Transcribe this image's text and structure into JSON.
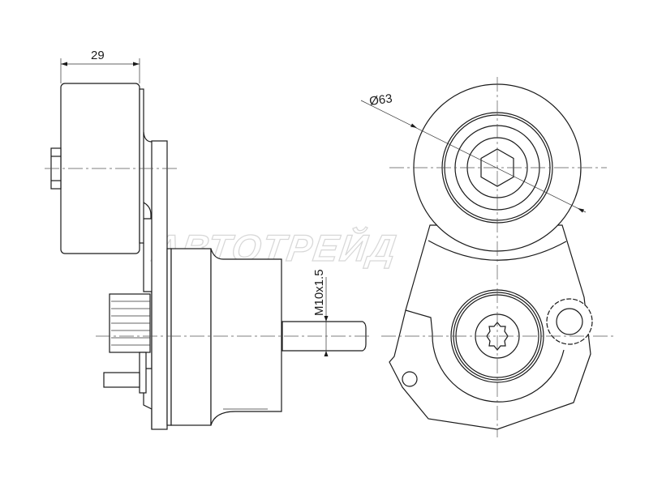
{
  "drawing": {
    "title": "Belt tensioner technical drawing",
    "dimensions": {
      "width_label": "29",
      "diameter_label": "Ø63",
      "thread_label": "M10x1.5"
    },
    "watermark": "АВТОТРЕЙД"
  }
}
